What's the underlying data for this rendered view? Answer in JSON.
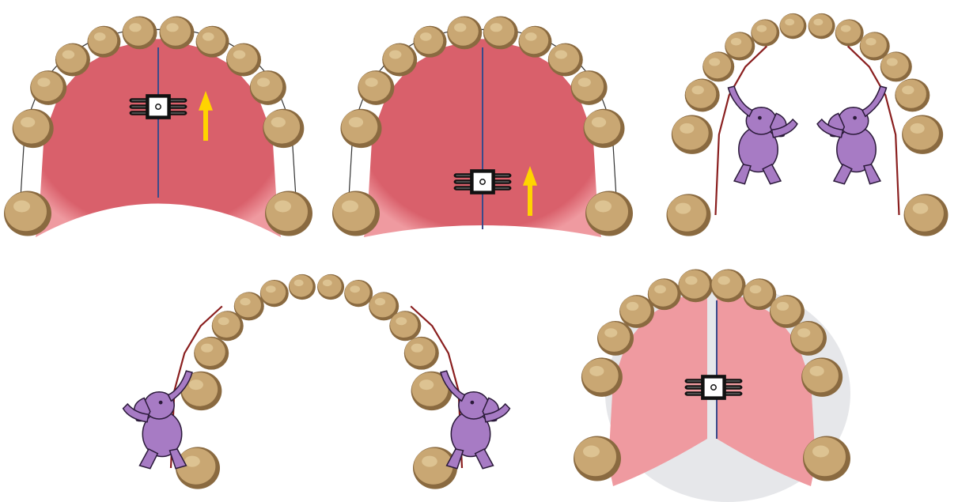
{
  "figure": {
    "panels": [
      {
        "id": "p1",
        "kind": "palatal-expander",
        "expander_position": "anterior",
        "arrow": "up",
        "outline": true
      },
      {
        "id": "p2",
        "kind": "palatal-expander",
        "expander_position": "posterior",
        "arrow": "up",
        "outline": true
      },
      {
        "id": "p3",
        "kind": "elephant-arch",
        "elephant_pose": "pushing-outward"
      },
      {
        "id": "p4",
        "kind": "elephant-arch",
        "elephant_pose": "pushing-inward"
      },
      {
        "id": "p5",
        "kind": "split-palate-expander",
        "expander_position": "center"
      }
    ],
    "colors": {
      "palate": "#d9606b",
      "palate_light": "#ef9aa0",
      "tooth": "#c9a773",
      "tooth_dark": "#8a6a40",
      "midline": "#3a4a8a",
      "arrow": "#ffd400",
      "wire": "#8a1f1f",
      "elephant": "#a77bc4",
      "expander": "#111111"
    }
  }
}
